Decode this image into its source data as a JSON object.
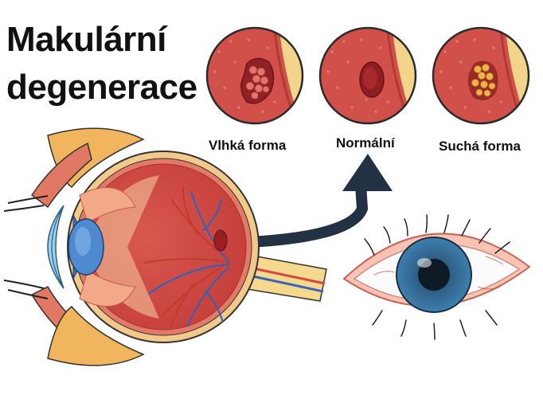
{
  "title": {
    "line1": "Makulární",
    "line2": "degenerace"
  },
  "panels": [
    {
      "label": "Vlhká forma"
    },
    {
      "label": "Normální"
    },
    {
      "label": "Suchá forma"
    }
  ]
}
